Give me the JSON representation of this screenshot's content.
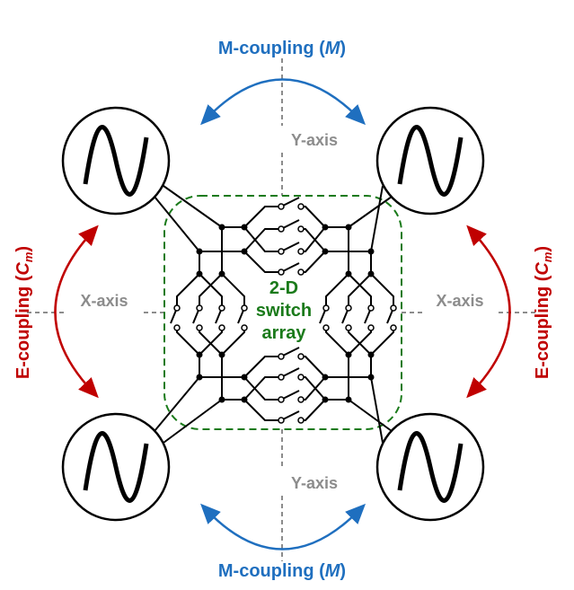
{
  "labels": {
    "m_coupling_top": "M-coupling (",
    "m_symbol": "M",
    "close_paren": ")",
    "m_coupling_bottom": "M-coupling (",
    "e_coupling": "E-coupling (",
    "c_symbol": "C",
    "c_sub": "m",
    "y_axis_top": "Y-axis",
    "y_axis_bottom": "Y-axis",
    "x_axis_left": "X-axis",
    "x_axis_right": "X-axis",
    "array_line1": "2-D",
    "array_line2": "switch",
    "array_line3": "array"
  },
  "colors": {
    "m_coupling": "#1f6fbf",
    "e_coupling": "#c00000",
    "switch_array": "#1a7a1a",
    "axis": "#8c8c8c",
    "wire": "#000000"
  }
}
